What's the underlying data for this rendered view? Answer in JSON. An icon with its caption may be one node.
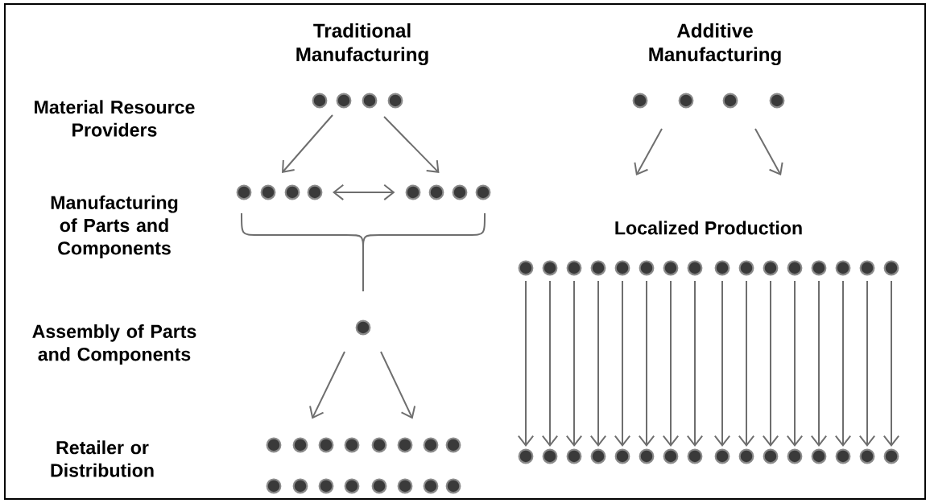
{
  "diagram": {
    "nodes": [
      {
        "text": [],
        "shape": "circle"
      },
      {
        "text": [],
        "shape": "circle"
      },
      {
        "text": [],
        "shape": "circle"
      },
      {
        "text": [],
        "shape": "circle"
      },
      {
        "text": [],
        "shape": "circle"
      },
      {
        "text": [],
        "shape": "circle"
      },
      {
        "text": [
          "Localized Production"
        ]
      },
      {
        "text": [],
        "shape": "circle"
      },
      {
        "text": [],
        "shape": "circle"
      },
      {
        "text": [],
        "shape": "circle"
      },
      {
        "text": [],
        "shape": "circle"
      },
      {
        "text": [],
        "shape": "circle"
      },
      {
        "text": [],
        "shape": "circle"
      },
      {
        "text": [],
        "shape": "circle"
      },
      {
        "text": [],
        "shape": "circle"
      },
      {
        "text": [],
        "shape": "circle"
      },
      {
        "text": [],
        "shape": "circle"
      },
      {
        "text": [],
        "shape": "circle"
      },
      {
        "text": [],
        "shape": "circle"
      },
      {
        "text": [],
        "shape": "circle"
      },
      {
        "text": [],
        "shape": "circle"
      },
      {
        "text": [],
        "shape": "circle"
      },
      {
        "text": [],
        "shape": "circle"
      },
      {
        "text": [],
        "shape": "circle"
      },
      {
        "text": [],
        "shape": "circle"
      },
      {
        "text": [],
        "shape": "circle"
      },
      {
        "text": [],
        "shape": "circle"
      },
      {
        "text": [],
        "shape": "circle"
      },
      {
        "text": [],
        "shape": "circle"
      },
      {
        "text": [],
        "shape": "circle"
      },
      {
        "text": [],
        "shape": "circle"
      },
      {
        "text": [],
        "shape": "circle"
      },
      {
        "text": [],
        "shape": "circle"
      },
      {
        "text": [],
        "shape": "circle"
      },
      {
        "text": [],
        "shape": "circle"
      },
      {
        "text": [],
        "shape": "circle"
      },
      {
        "text": [],
        "shape": "circle"
      },
      {
        "text": [],
        "shape": "circle"
      },
      {
        "text": [],
        "shape": "circle"
      }
    ],
    "edges": [
      {
        "from": 0,
        "to": 1,
        "arrow": "to"
      },
      {
        "from": 0,
        "to": 2,
        "arrow": "to"
      },
      {
        "from": 1,
        "to": 2,
        "arrow": "both"
      },
      {
        "from": 3,
        "to": 4,
        "arrow": "to"
      },
      {
        "from": 3,
        "to": 4,
        "arrow": "to"
      },
      {
        "from": 5,
        "to": 6,
        "arrow": "to"
      },
      {
        "from": 5,
        "to": 6,
        "arrow": "to"
      },
      {
        "from": 7,
        "to": 23,
        "arrow": "to"
      },
      {
        "from": 8,
        "to": 24,
        "arrow": "to"
      },
      {
        "from": 9,
        "to": 25,
        "arrow": "to"
      },
      {
        "from": 10,
        "to": 26,
        "arrow": "to"
      },
      {
        "from": 11,
        "to": 27,
        "arrow": "to"
      },
      {
        "from": 12,
        "to": 28,
        "arrow": "to"
      },
      {
        "from": 13,
        "to": 29,
        "arrow": "to"
      },
      {
        "from": 14,
        "to": 30,
        "arrow": "to"
      },
      {
        "from": 15,
        "to": 31,
        "arrow": "to"
      },
      {
        "from": 16,
        "to": 32,
        "arrow": "to"
      },
      {
        "from": 17,
        "to": 33,
        "arrow": "to"
      },
      {
        "from": 18,
        "to": 34,
        "arrow": "to"
      },
      {
        "from": 19,
        "to": 35,
        "arrow": "to"
      },
      {
        "from": 20,
        "to": 36,
        "arrow": "to"
      },
      {
        "from": 21,
        "to": 37,
        "arrow": "to"
      },
      {
        "from": 22,
        "to": 38,
        "arrow": "to"
      }
    ],
    "labels": [
      "Traditional Manufacturing",
      "Additive Manufacturing",
      "Material Resource Providers",
      "Manufacturing of Parts and Components",
      "Assembly of Parts and Components",
      "Retailer or Distribution"
    ]
  }
}
